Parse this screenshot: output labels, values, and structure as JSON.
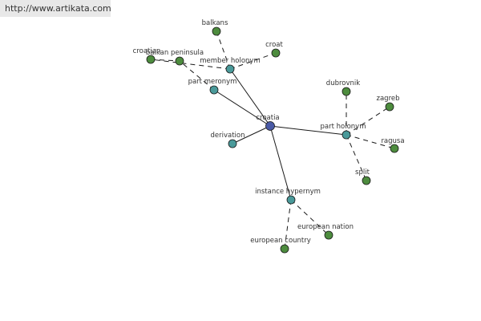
{
  "banner": {
    "url": "http://www.artikata.com"
  },
  "graph": {
    "colors": {
      "center": "#4a5aa6",
      "relation": "#4a9a9a",
      "leaf": "#4d8c3e",
      "edge": "#1a1a1a"
    },
    "center": {
      "id": "croatia",
      "label": "croatia"
    },
    "relations": [
      {
        "id": "part-meronym",
        "label": "part meronym"
      },
      {
        "id": "member-holonym",
        "label": "member holonym"
      },
      {
        "id": "derivation",
        "label": "derivation"
      },
      {
        "id": "part-holonym",
        "label": "part holonym"
      },
      {
        "id": "instance-hypernym",
        "label": "instance hypernym"
      }
    ],
    "leaves": [
      {
        "id": "balkans",
        "label": "balkans",
        "parent": "member-holonym"
      },
      {
        "id": "croat",
        "label": "croat",
        "parent": "member-holonym"
      },
      {
        "id": "croatian",
        "label": "croatian",
        "parent": "member-holonym"
      },
      {
        "id": "balkan-peninsula",
        "label": "balkan peninsula",
        "parent": "part-meronym"
      },
      {
        "id": "dubrovnik",
        "label": "dubrovnik",
        "parent": "part-holonym"
      },
      {
        "id": "zagreb",
        "label": "zagreb",
        "parent": "part-holonym"
      },
      {
        "id": "ragusa",
        "label": "ragusa",
        "parent": "part-holonym"
      },
      {
        "id": "split",
        "label": "split",
        "parent": "part-holonym"
      },
      {
        "id": "european-nation",
        "label": "european nation",
        "parent": "instance-hypernym"
      },
      {
        "id": "european-country",
        "label": "european country",
        "parent": "instance-hypernym"
      }
    ]
  }
}
